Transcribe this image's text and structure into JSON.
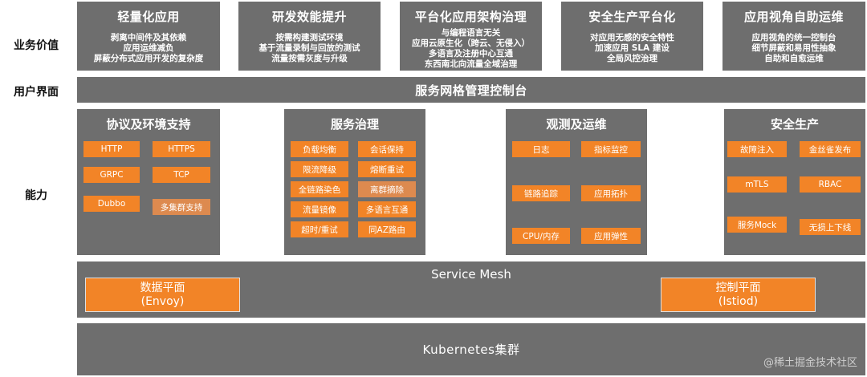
{
  "row_labels": {
    "business_value": "业务价值",
    "user_interface": "用户界面",
    "capability": "能力"
  },
  "business_values": [
    {
      "title": "轻量化应用",
      "lines": [
        "剥离中间件及其依赖",
        "应用运维减负",
        "屏蔽分布式应用开发的复杂度"
      ]
    },
    {
      "title": "研发效能提升",
      "lines": [
        "按需构建测试环境",
        "基于流量录制与回放的测试",
        "流量按需灰度与升级"
      ]
    },
    {
      "title": "平台化应用架构治理",
      "lines": [
        "与编程语言无关",
        "应用云原生化（跨云、无侵入）",
        "多语言及注册中心互通",
        "东西南北向流量全域治理"
      ]
    },
    {
      "title": "安全生产平台化",
      "lines": [
        "对应用无感的安全特性",
        "加速应用 SLA 建设",
        "全局风控治理"
      ]
    },
    {
      "title": "应用视角自助运维",
      "lines": [
        "应用视角的统一控制台",
        "细节屏蔽和易用性抽象",
        "自助和自愈运维"
      ]
    }
  ],
  "console": {
    "label": "服务网格管理控制台"
  },
  "capabilities": [
    {
      "title": "协议及环境支持",
      "chips": [
        "HTTP",
        "HTTPS",
        "GRPC",
        "TCP",
        "Dubbo",
        "多集群支持"
      ]
    },
    {
      "title": "服务治理",
      "chips": [
        "负载均衡",
        "会话保持",
        "限流降级",
        "熔断重试",
        "全链路染色",
        "离群摘除",
        "流量镜像",
        "多语言互通",
        "超时/重试",
        "同AZ路由"
      ]
    },
    {
      "title": "观测及运维",
      "chips": [
        "日志",
        "指标监控",
        "链路追踪",
        "应用拓扑",
        "CPU/内存",
        "应用弹性"
      ]
    },
    {
      "title": "安全生产",
      "chips": [
        "故障注入",
        "金丝雀发布",
        "mTLS",
        "RBAC",
        "服务Mock",
        "无损上下线"
      ]
    }
  ],
  "service_mesh": {
    "title": "Service Mesh",
    "data_plane": {
      "line1": "数据平面",
      "line2": "(Envoy)"
    },
    "control_plane": {
      "line1": "控制平面",
      "line2": "(Istiod)"
    }
  },
  "kubernetes": {
    "label": "Kubernetes集群"
  },
  "watermark": "@稀土掘金技术社区",
  "colors": {
    "panel": "#6e6e6e",
    "accent": "#f28427"
  }
}
